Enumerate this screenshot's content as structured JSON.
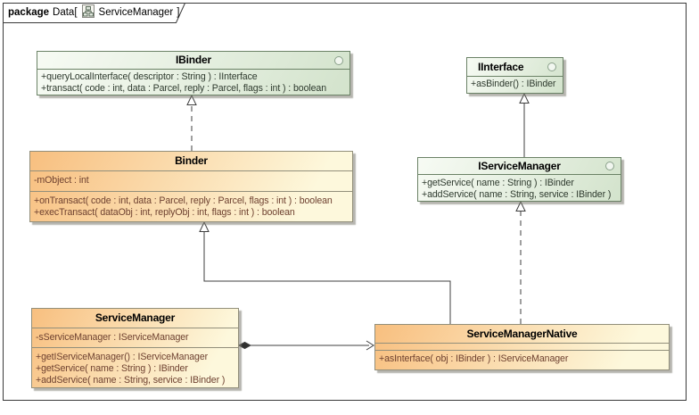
{
  "frame": {
    "keyword": "package",
    "label": "Data[",
    "diagram_name": "ServiceManager",
    "closing": "]"
  },
  "boxes": {
    "ibinder": {
      "name": "IBinder",
      "kind": "interface",
      "methods": [
        "+queryLocalInterface( descriptor : String ) : IInterface",
        "+transact( code : int, data : Parcel, reply : Parcel, flags : int ) : boolean"
      ]
    },
    "iinterface": {
      "name": "IInterface",
      "kind": "interface",
      "methods": [
        "+asBinder() : IBinder"
      ]
    },
    "binder": {
      "name": "Binder",
      "kind": "class",
      "attributes": [
        "-mObject : int"
      ],
      "methods": [
        "+onTransact( code : int, data : Parcel, reply : Parcel, flags : int ) : boolean",
        "+execTransact( dataObj : int, replyObj : int, flags : int ) : boolean"
      ]
    },
    "iservicemanager": {
      "name": "IServiceManager",
      "kind": "interface",
      "methods": [
        "+getService( name : String ) : IBinder",
        "+addService( name : String, service : IBinder )"
      ]
    },
    "servicemanager": {
      "name": "ServiceManager",
      "kind": "class",
      "attributes": [
        "-sServiceManager : IServiceManager"
      ],
      "methods": [
        "+getIServiceManager() : IServiceManager",
        "+getService( name : String ) : IBinder",
        "+addService( name : String, service : IBinder )"
      ]
    },
    "servicemanagernative": {
      "name": "ServiceManagerNative",
      "kind": "class",
      "attributes": [],
      "methods": [
        "+asInterface( obj : IBinder ) : IServiceManager"
      ]
    }
  },
  "relationships": [
    {
      "type": "realization",
      "from": "Binder",
      "to": "IBinder",
      "line": "dashed",
      "arrow": "hollow-triangle"
    },
    {
      "type": "generalization",
      "from": "IServiceManager",
      "to": "IInterface",
      "line": "solid",
      "arrow": "hollow-triangle"
    },
    {
      "type": "realization",
      "from": "ServiceManagerNative",
      "to": "IServiceManager",
      "line": "dashed",
      "arrow": "hollow-triangle"
    },
    {
      "type": "generalization",
      "from": "ServiceManagerNative",
      "to": "Binder",
      "line": "solid",
      "arrow": "hollow-triangle"
    },
    {
      "type": "composition",
      "from": "ServiceManager",
      "to": "ServiceManagerNative",
      "line": "solid",
      "arrow": "open-arrow-with-filled-diamond"
    }
  ],
  "icons": {
    "interface_ball": "circle-outline",
    "tab_diagram": "class-diagram-page"
  },
  "colors": {
    "interface_border": "#6b8266",
    "interface_fill_start": "#f7fbf4",
    "interface_fill_end": "#d3e3cc",
    "class_border": "#928f7b",
    "class_fill_start": "#f8bf7f",
    "class_fill_end": "#fdf8dc",
    "interface_member_text": "#2e3a2e",
    "class_member_text": "#6e4130",
    "connector": "#3f3f3f",
    "frame_border": "#3a3a3a"
  }
}
